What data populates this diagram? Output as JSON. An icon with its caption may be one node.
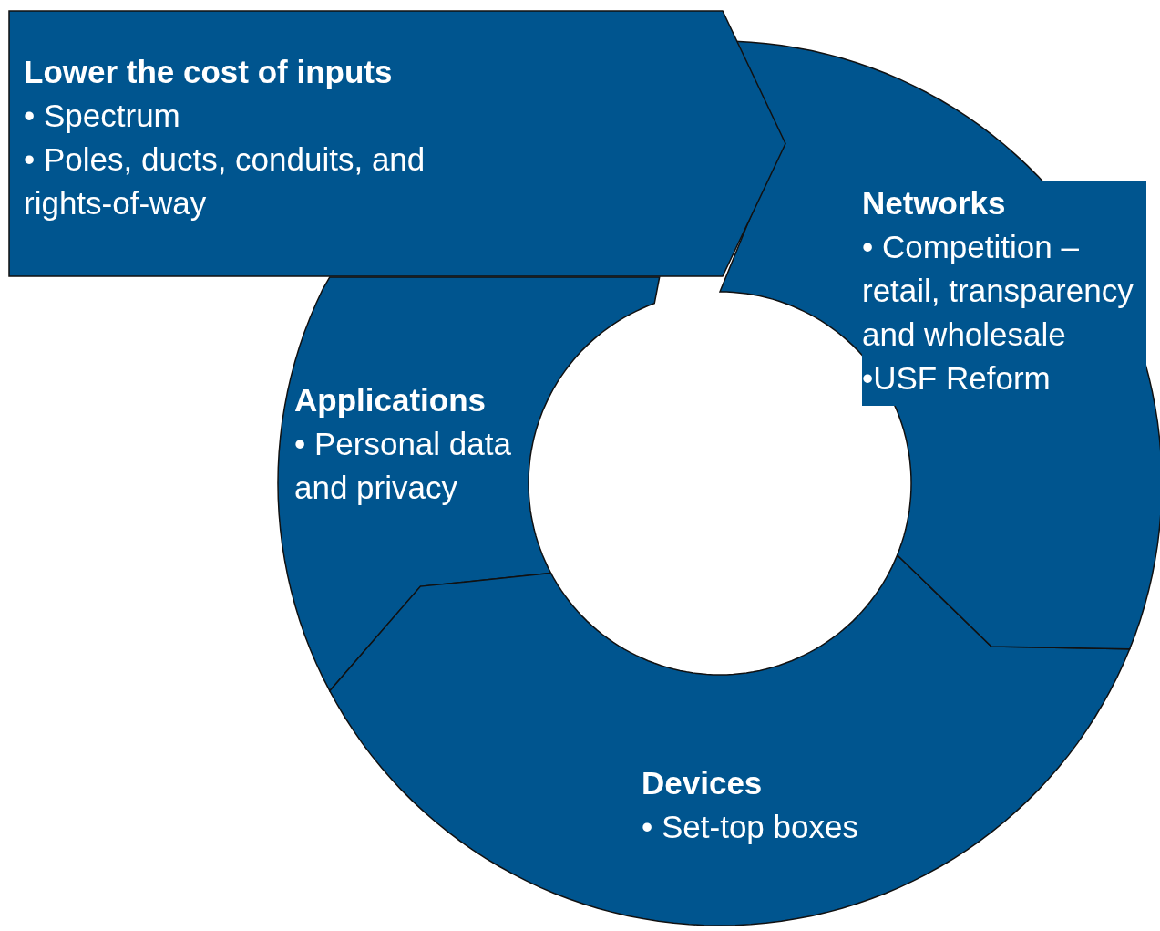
{
  "diagram": {
    "nodes": [
      {
        "text": [
          "Lower the cost of inputs",
          "• Spectrum",
          "• Poles, ducts, conduits, and rights-of-way"
        ]
      },
      {
        "text": [
          "Networks",
          "• Competition – retail, transparency and wholesale",
          "•USF Reform"
        ]
      },
      {
        "text": [
          "Applications",
          "• Personal data and privacy"
        ]
      },
      {
        "text": [
          "Devices",
          "• Set-top boxes"
        ]
      }
    ]
  }
}
